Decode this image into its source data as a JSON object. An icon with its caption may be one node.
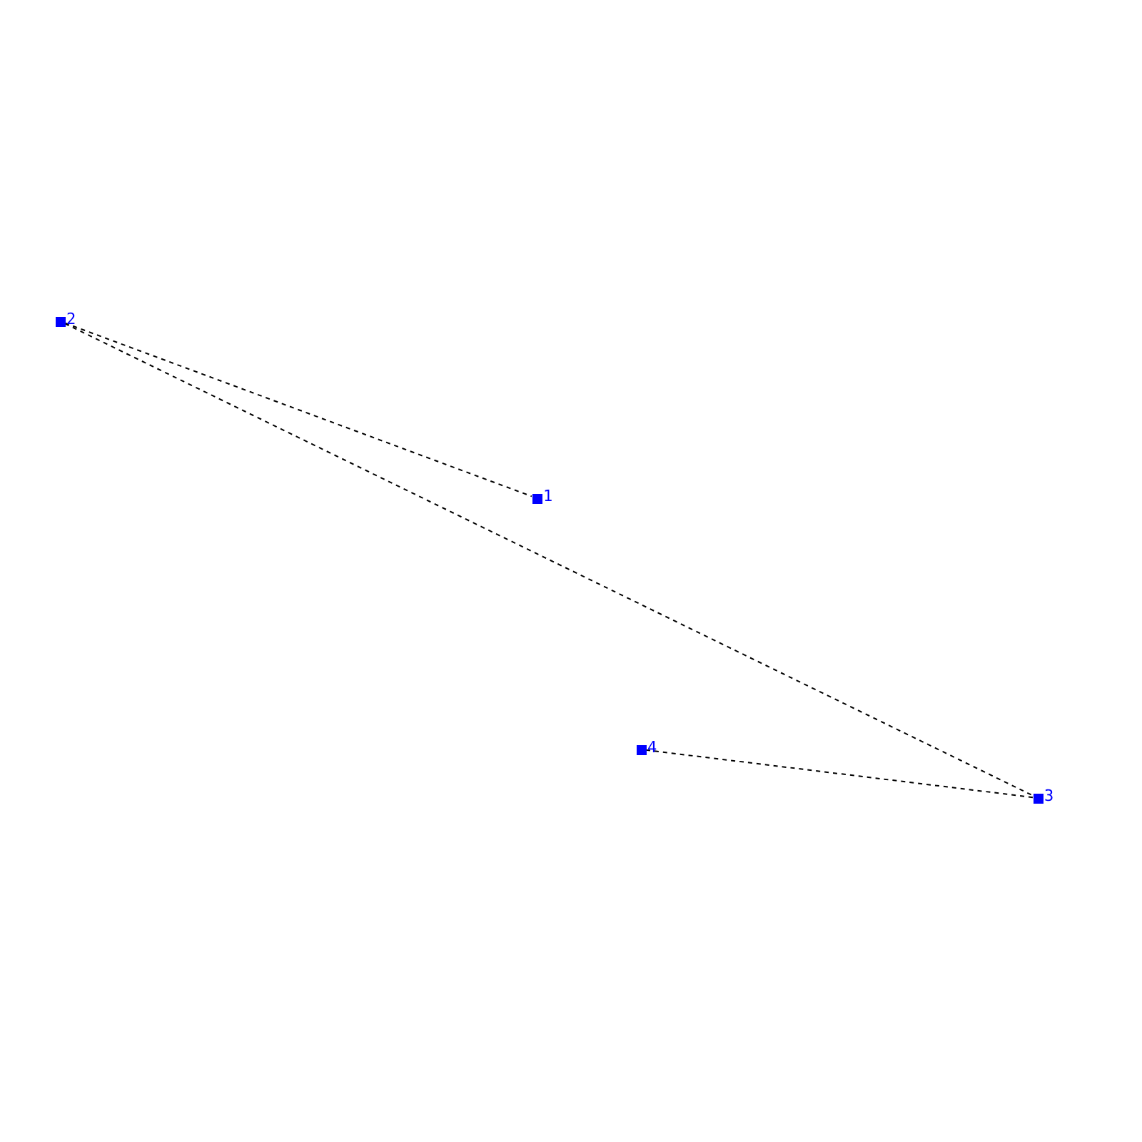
{
  "diagram": {
    "nodes": [
      {
        "text": [],
        "shape": "box",
        "beside": [
          "2"
        ]
      },
      {
        "text": [],
        "shape": "box",
        "beside": [
          "1"
        ]
      },
      {
        "text": [],
        "shape": "box",
        "beside": [
          "4"
        ]
      },
      {
        "text": [],
        "shape": "box",
        "beside": [
          "3"
        ]
      }
    ],
    "edges": [
      {
        "from": 0,
        "to": 1,
        "arrow": "none",
        "style": "dashed"
      },
      {
        "from": 0,
        "to": 3,
        "arrow": "none",
        "style": "dashed"
      },
      {
        "from": 2,
        "to": 3,
        "arrow": "none",
        "style": "dashed"
      }
    ]
  }
}
